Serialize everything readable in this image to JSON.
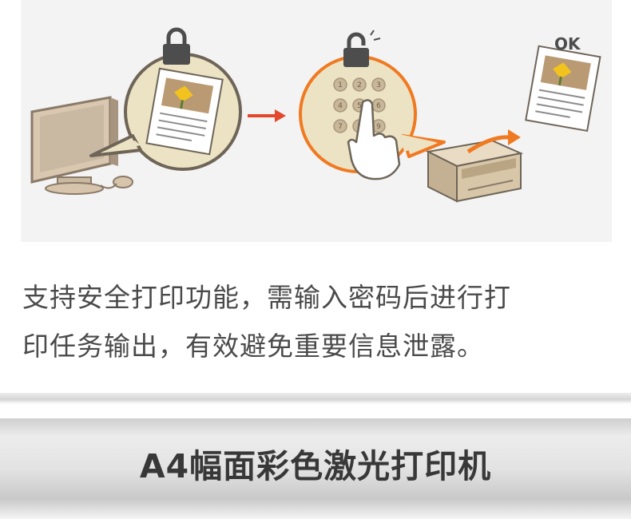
{
  "illustration": {
    "ok_label": "OK",
    "keypad_digits": [
      "1",
      "2",
      "3",
      "4",
      "5",
      "6",
      "7",
      "8",
      "9"
    ],
    "accent_color": "#f07a22",
    "bubble_color": "#ece3c4"
  },
  "description": {
    "line1": "支持安全打印功能，需输入密码后进行打",
    "line2": "印任务输出，有效避免重要信息泄露。"
  },
  "banner": {
    "title": "A4幅面彩色激光打印机"
  }
}
